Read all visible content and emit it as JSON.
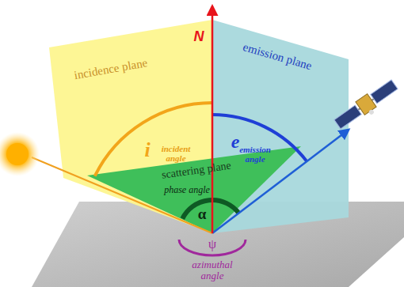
{
  "diagram": {
    "labels": [
      "N",
      "incidence plane",
      "emission plane",
      "i",
      "incident angle",
      "e",
      "emission angle",
      "scattering plane",
      "phase angle",
      "α",
      "ψ",
      "azimuthal angle"
    ]
  }
}
